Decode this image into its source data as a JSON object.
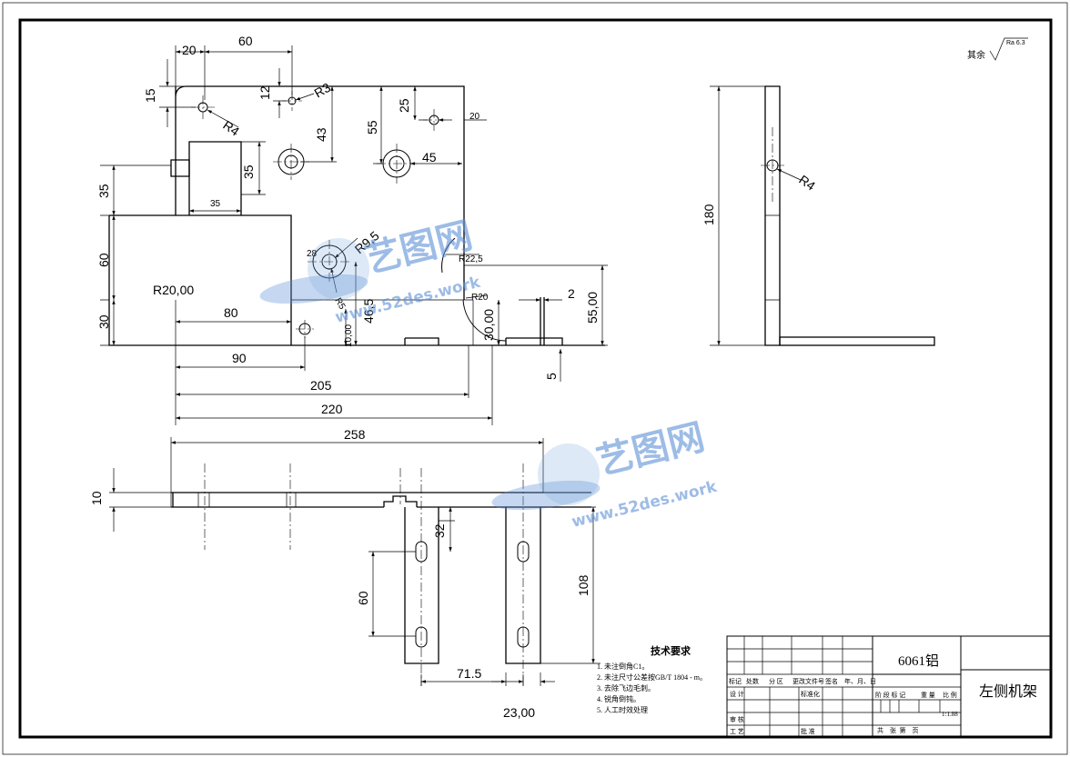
{
  "roughness": {
    "prefix": "其余",
    "value": "Ra 6.3"
  },
  "dims_front": {
    "d20": "20",
    "d60": "60",
    "d15": "15",
    "d12": "12",
    "r3": "R3",
    "d25": "25",
    "d20b": "20",
    "r4": "R4",
    "d43": "43",
    "d55": "55",
    "d35v": "35",
    "d45": "45",
    "d35": "35",
    "d35h": "35",
    "d60v": "60",
    "r95": "R9,5",
    "d28": "28",
    "r225": "R22,5",
    "r20": "R20,00",
    "r20s": "R20",
    "d2": "2",
    "d55v": "55,00",
    "d30": "30",
    "d80": "80",
    "d465": "46,5",
    "r5": "R5",
    "d1000": "10,00",
    "d3000": "30,00",
    "d5": "5",
    "d90": "90",
    "d205": "205",
    "d220": "220"
  },
  "dims_side": {
    "r4": "R4",
    "d180": "180"
  },
  "dims_top": {
    "d258": "258",
    "d10": "10",
    "d32": "32",
    "d60": "60",
    "d108": "108",
    "d715": "71.5",
    "d2300": "23,00"
  },
  "watermark": {
    "brand": "艺图网",
    "url": "www.52des.work"
  },
  "notes": {
    "title": "技术要求",
    "items": [
      "1. 未注倒角C1。",
      "2. 未注尺寸公差按GB/T 1804 - m。",
      "3. 去除飞边毛刺。",
      "4. 锐角倒钝。",
      "5. 人工时效处理"
    ]
  },
  "title_block": {
    "material": "6061铝",
    "part_name": "左侧机架",
    "headers": [
      "标记",
      "处数",
      "分 区",
      "更改文件号",
      "签名",
      "年、月、日"
    ],
    "design": "设 计",
    "standard": "标准化",
    "check": "审 核",
    "process": "工 艺",
    "approve": "批 准",
    "stage_labels": [
      "阶 段 标 记",
      "重 量",
      "比 例"
    ],
    "scale": "1:1.88",
    "sheets": "共    张  第    页"
  }
}
